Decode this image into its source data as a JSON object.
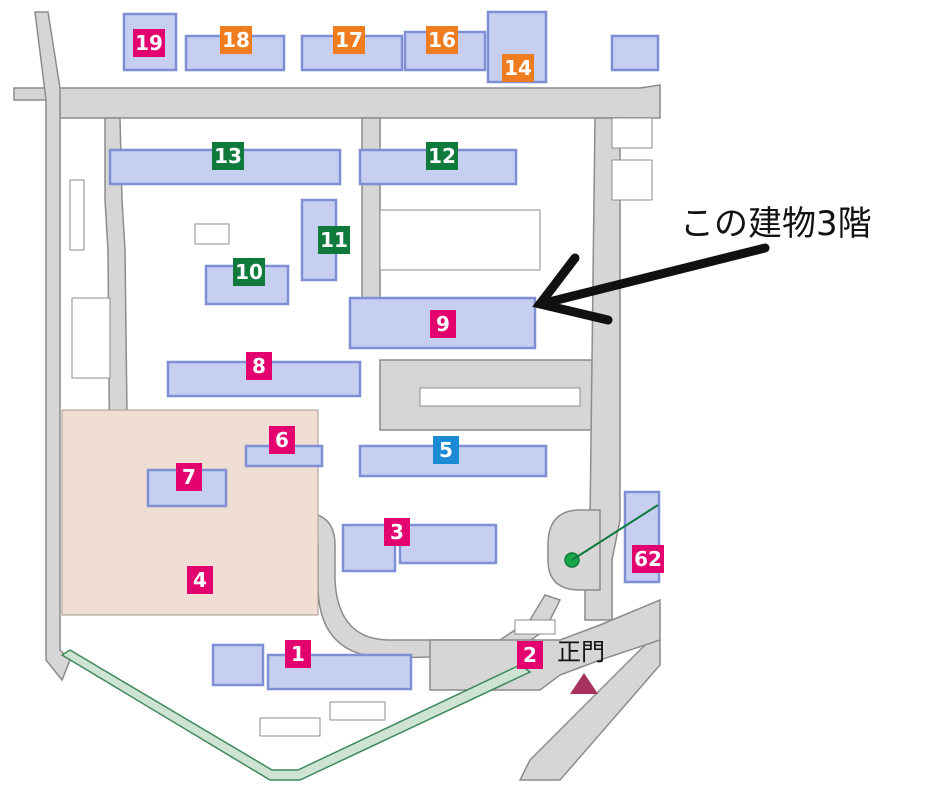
{
  "colors": {
    "road": "#d6d6d6",
    "road_edge": "#8c8c8c",
    "building_fill": "#c7cff0",
    "building_stroke": "#7f8fd6",
    "pink": "#e3006f",
    "orange": "#ef7d1f",
    "green": "#0f7a3c",
    "blue": "#1b8bd6",
    "field": "#f0ddd3",
    "green_strip": "#cfe3d4",
    "gate_triangle": "#a8325f"
  },
  "buildings": [
    {
      "id": "1",
      "label": "1",
      "color": "pink"
    },
    {
      "id": "2",
      "label": "2",
      "color": "pink"
    },
    {
      "id": "3",
      "label": "3",
      "color": "pink"
    },
    {
      "id": "4",
      "label": "4",
      "color": "pink"
    },
    {
      "id": "5",
      "label": "5",
      "color": "blue"
    },
    {
      "id": "6",
      "label": "6",
      "color": "pink"
    },
    {
      "id": "7",
      "label": "7",
      "color": "pink"
    },
    {
      "id": "8",
      "label": "8",
      "color": "pink"
    },
    {
      "id": "9",
      "label": "9",
      "color": "pink"
    },
    {
      "id": "10",
      "label": "10",
      "color": "green"
    },
    {
      "id": "11",
      "label": "11",
      "color": "green"
    },
    {
      "id": "12",
      "label": "12",
      "color": "green"
    },
    {
      "id": "13",
      "label": "13",
      "color": "green"
    },
    {
      "id": "14",
      "label": "14",
      "color": "orange"
    },
    {
      "id": "16",
      "label": "16",
      "color": "orange"
    },
    {
      "id": "17",
      "label": "17",
      "color": "orange"
    },
    {
      "id": "18",
      "label": "18",
      "color": "orange"
    },
    {
      "id": "19",
      "label": "19",
      "color": "pink"
    },
    {
      "id": "62",
      "label": "62",
      "color": "pink"
    }
  ],
  "main_gate": {
    "label": "正門"
  },
  "annotation": {
    "text": "この建物3階",
    "target_building": "9"
  },
  "icons": {
    "gate_marker": "triangle-marker-icon",
    "fountain": "fountain-icon"
  }
}
